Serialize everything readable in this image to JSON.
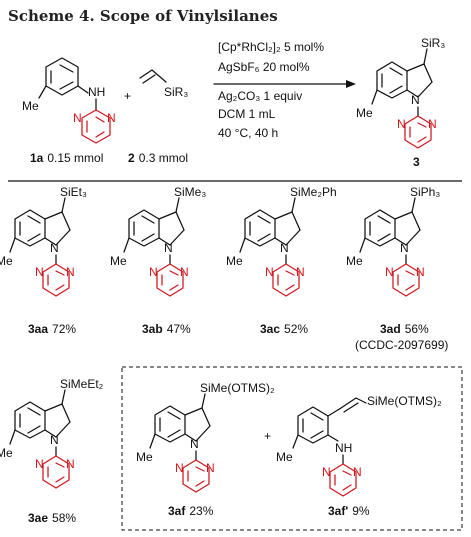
{
  "title": "Scheme 4. Scope of Vinylsilanes",
  "reaction": {
    "reactant1": {
      "label": "1a",
      "amount": "0.15 mmol"
    },
    "plus": "+",
    "reactant2": {
      "label": "2",
      "amount": "0.3 mmol",
      "group": "SiR₃"
    },
    "conditions": [
      "[Cp*RhCl₂]₂  5 mol%",
      "AgSbF₆      20 mol%",
      "Ag₂CO₃ 1 equiv",
      "DCM 1 mL",
      "40 °C, 40 h"
    ],
    "product": {
      "label": "3",
      "group": "SiR₃"
    }
  },
  "atoms": {
    "nh": "NH",
    "n": "N",
    "me": "Me"
  },
  "products": [
    {
      "id": "3aa",
      "yield": "72%",
      "group": "SiEt₃",
      "note": ""
    },
    {
      "id": "3ab",
      "yield": "47%",
      "group": "SiMe₃",
      "note": ""
    },
    {
      "id": "3ac",
      "yield": "52%",
      "group": "SiMe₂Ph",
      "note": ""
    },
    {
      "id": "3ad",
      "yield": "56%",
      "group": "SiPh₃",
      "note": "(CCDC-2097699)"
    },
    {
      "id": "3ae",
      "yield": "58%",
      "group": "SiMeEt₂",
      "note": ""
    },
    {
      "id": "3af",
      "yield": "23%",
      "group": "SiMe(OTMS)₂",
      "note": ""
    }
  ],
  "side_product": {
    "id": "3af'",
    "yield": "9%",
    "group": "SiMe(OTMS)₂"
  },
  "box_plus": "+"
}
